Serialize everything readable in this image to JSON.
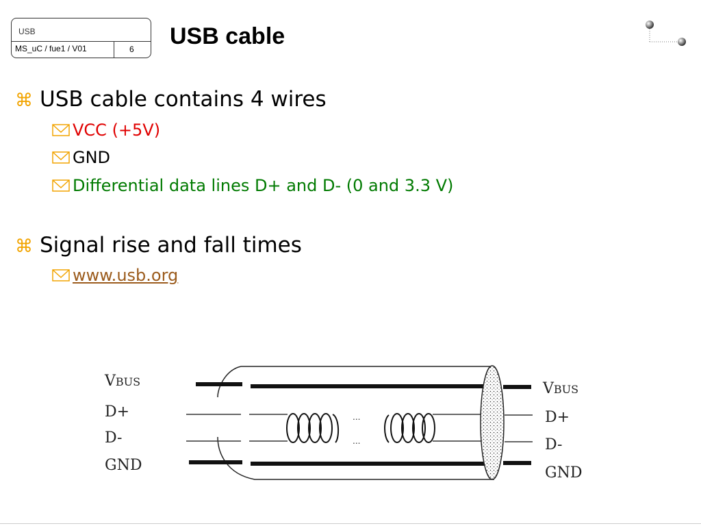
{
  "header": {
    "section": "USB",
    "doc_id": "MS_uC / fue1 / V01",
    "page": "6",
    "title": "USB cable"
  },
  "bullets": [
    {
      "text": "USB cable contains 4 wires",
      "children": [
        {
          "text": "VCC (+5V)",
          "color": "#e00000"
        },
        {
          "text": "GND",
          "color": "#000000"
        },
        {
          "text": "Differential data lines D+ and D- (0 and 3.3 V)",
          "color": "#007a00"
        }
      ]
    },
    {
      "text": "Signal rise and fall times",
      "children": [
        {
          "text": "www.usb.org",
          "color": "#9b5b1c",
          "link": true
        }
      ]
    }
  ],
  "diagram": {
    "left_labels": {
      "vbus_main": "V",
      "vbus_small": "BUS",
      "dplus": "D+",
      "dminus": "D-",
      "gnd": "GND"
    },
    "right_labels": {
      "vbus_main": "V",
      "vbus_small": "BUS",
      "dplus": "D+",
      "dminus": "D-",
      "gnd": "GND"
    },
    "ellipsis": "..."
  },
  "colors": {
    "bullet_marker": "#f2a400",
    "accent": "#f2a400"
  },
  "icons": {
    "level1": "command-key-icon",
    "level2": "checkbox-check-icon"
  }
}
